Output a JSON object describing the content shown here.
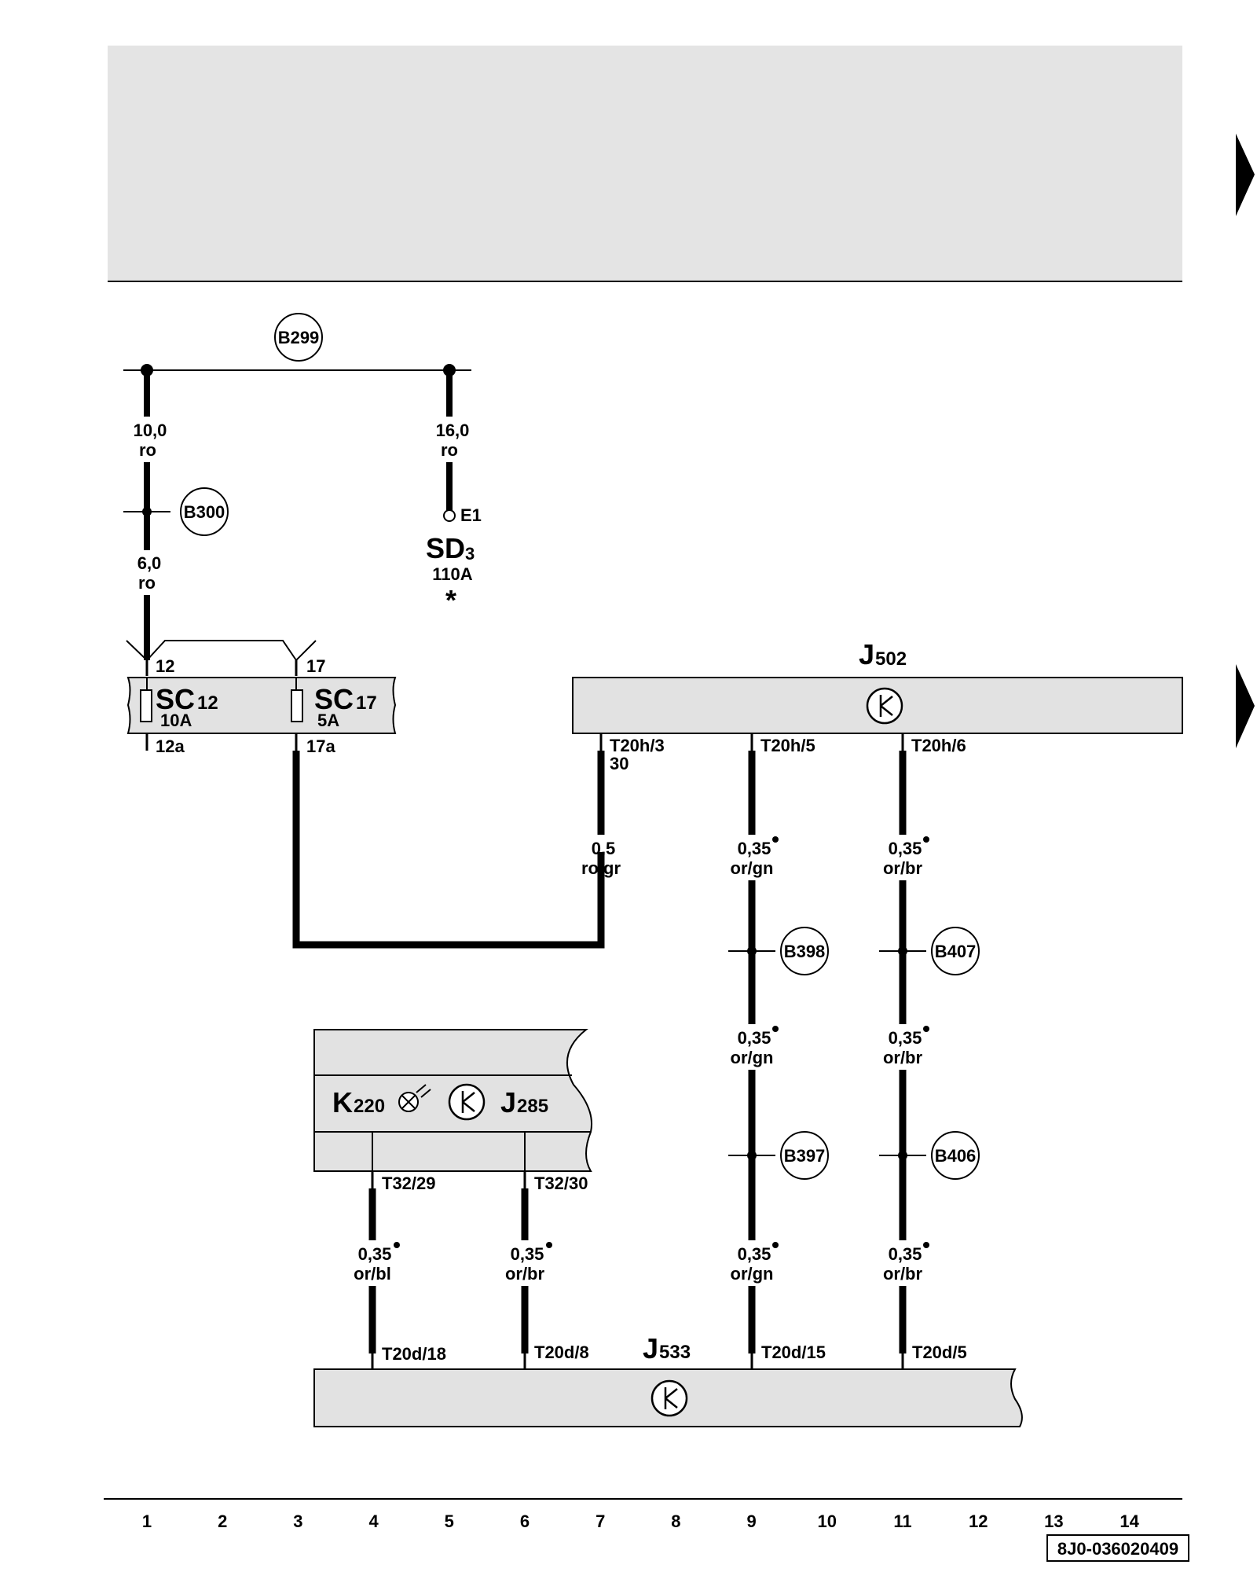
{
  "header_box": {
    "fill": "#e4e4e4"
  },
  "body_fill": "#e2e2e2",
  "wire_color": "#000000",
  "circuits": {
    "b299": "B299",
    "b300": "B300",
    "b398": "B398",
    "b407": "B407",
    "b397": "B397",
    "b406": "B406"
  },
  "wires": {
    "w_10_0_size": "10,0",
    "w_10_0_color": "ro",
    "w_16_0_size": "16,0",
    "w_16_0_color": "ro",
    "w_6_0_size": "6,0",
    "w_6_0_color": "ro",
    "w_0_5_size": "0,5",
    "w_0_5_color": "ro/gr",
    "w9a_size": "0,35",
    "w9a_color": "or/gn",
    "w11a_size": "0,35",
    "w11a_color": "or/br",
    "w9b_size": "0,35",
    "w9b_color": "or/gn",
    "w11b_size": "0,35",
    "w11b_color": "or/br",
    "w4_size": "0,35",
    "w4_color": "or/bl",
    "w6_size": "0,35",
    "w6_color": "or/br",
    "w9c_size": "0,35",
    "w9c_color": "or/gn",
    "w11c_size": "0,35",
    "w11c_color": "or/br"
  },
  "components": {
    "e1": "E1",
    "sd_main": "SD",
    "sd_sub": "3",
    "sd_rating": "110A",
    "sd_star": "*",
    "sc12_main": "SC",
    "sc12_sub": "12",
    "sc12_rating": "10A",
    "sc17_main": "SC",
    "sc17_sub": "17",
    "sc17_rating": "5A",
    "j502_main": "J",
    "j502_sub": "502",
    "j533_main": "J",
    "j533_sub": "533",
    "k220_main": "K",
    "k220_sub": "220",
    "j285_main": "J",
    "j285_sub": "285"
  },
  "pins": {
    "p12": "12",
    "p17": "17",
    "p12a": "12a",
    "p17a": "17a",
    "t20h3": "T20h/3",
    "t20h3_extra": "30",
    "t20h5": "T20h/5",
    "t20h6": "T20h/6",
    "t32_29": "T32/29",
    "t32_30": "T32/30",
    "t20d18": "T20d/18",
    "t20d8": "T20d/8",
    "t20d15": "T20d/15",
    "t20d5": "T20d/5"
  },
  "grid_numbers": [
    "1",
    "2",
    "3",
    "4",
    "5",
    "6",
    "7",
    "8",
    "9",
    "10",
    "11",
    "12",
    "13",
    "14"
  ],
  "drawing_ref": "8J0-036020409"
}
